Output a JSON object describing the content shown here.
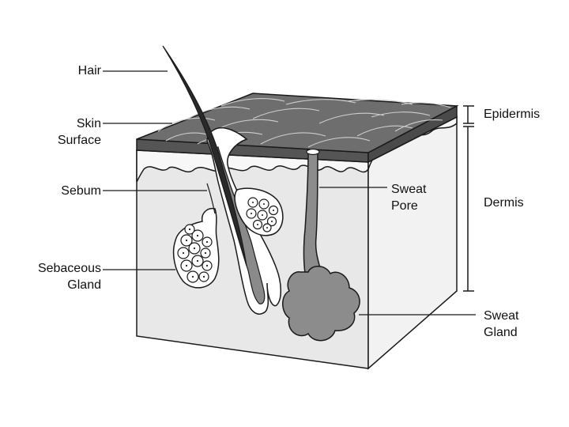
{
  "labels": {
    "hair": "Hair",
    "skin_surface": [
      "Skin",
      "Surface"
    ],
    "sebum": "Sebum",
    "sebaceous_gland": [
      "Sebaceous",
      "Gland"
    ],
    "sweat_pore": [
      "Sweat",
      "Pore"
    ],
    "sweat_gland": [
      "Sweat",
      "Gland"
    ],
    "epidermis": "Epidermis",
    "dermis": "Dermis"
  },
  "colors": {
    "outline": "#1a1a1a",
    "epidermis_top": "#6e6e6e",
    "epidermis_side": "#555555",
    "dermis_front": "#e8e8e8",
    "dermis_side": "#f2f2f2",
    "epidermis_band": "#f7f7f7",
    "hair": "#2a2a2a",
    "follicle": "#8a8a8a",
    "sweat": "#8c8c8c",
    "gland_cell": "#ffffff"
  }
}
